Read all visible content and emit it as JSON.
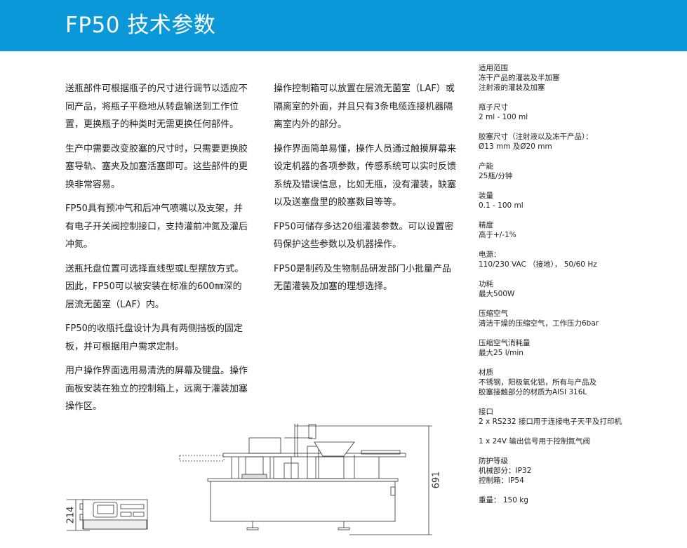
{
  "header": {
    "title": "FP50 技术参数",
    "color": "#0a98d8"
  },
  "column1": [
    "送瓶部件可根据瓶子的尺寸进行调节以适应不同产品，将瓶子平稳地从转盘输送到工作位置，更换瓶子的种类时无需更换任何部件。",
    "生产中需要改变胶塞的尺寸时，只需要更换胶塞导轨、塞夹及加塞活塞即可。这些部件的更换非常容易。",
    "FP50具有预冲气和后冲气喷嘴以及支架，并有电子开关阀控制接口，支持灌前冲氮及灌后冲氮。",
    "送瓶托盘位置可选择直线型或L型摆放方式。因此，FP50可以被安装在标准的600㎜深的层流无菌室（LAF）内。",
    "FP50的收瓶托盘设计为具有两侧挡板的固定板，并可根据用户需求定制。",
    "用户操作界面选用易清洗的屏幕及键盘。操作面板安装在独立的控制箱上，远离于灌装加塞操作区。"
  ],
  "column2": [
    "操作控制箱可以放置在层流无菌室（LAF）或隔离室的外面，并且只有3条电缆连接机器隔离室内外的部分。",
    "操作界面简单易懂，操作人员通过触摸屏幕来设定机器的各项参数，传感系统可以实时反馈系统及错误信息，比如无瓶，没有灌装，缺塞以及送塞盘里的胶塞数目等等。",
    "FP50可储存多达20组灌装参数。可以设置密码保护这些参数以及机器操作。",
    "FP50是制药及生物制品研发部门小批量产品无菌灌装及加塞的理想选择。"
  ],
  "specs": [
    {
      "label": "适用范围",
      "lines": [
        "冻干产品的灌装及半加塞",
        "注射液的灌装及加塞"
      ]
    },
    {
      "label": "瓶子尺寸",
      "lines": [
        "2 ml - 100 ml"
      ]
    },
    {
      "label": "胶塞尺寸（注射液以及冻干产品）：",
      "lines": [
        "Ø13 mm 及Ø20 mm"
      ]
    },
    {
      "label": "产能",
      "lines": [
        "25瓶/分钟"
      ]
    },
    {
      "label": "装量",
      "lines": [
        "0.1 - 100 ml"
      ]
    },
    {
      "label": "精度",
      "lines": [
        "高于+/-1%"
      ]
    },
    {
      "label": "电源：",
      "lines": [
        "110/230 VAC （接地）， 50/60 Hz"
      ]
    },
    {
      "label": "功耗",
      "lines": [
        "最大500W"
      ]
    },
    {
      "label": "压缩空气",
      "lines": [
        "清洁干燥的压缩空气，工作压力6bar"
      ]
    },
    {
      "label": "压缩空气消耗量",
      "lines": [
        "最大25 l/min"
      ]
    },
    {
      "label": "材质",
      "lines": [
        "不锈钢，阳极氧化铝，所有与产品及",
        "胶塞接触部分的材质为AISI 316L"
      ]
    },
    {
      "label": "接口",
      "lines": [
        "2 x RS232 接口用于连接电子天平及打印机"
      ]
    },
    {
      "label": "",
      "lines": [
        "1 x 24V 输出信号用于控制氮气阀"
      ]
    },
    {
      "label": "防护等级",
      "lines": [
        "机械部分：IP32",
        "控制箱：IP54"
      ]
    },
    {
      "label": "",
      "lines": [
        "重量： 150 kg"
      ]
    }
  ],
  "drawing": {
    "control_box_height": "214",
    "machine_height": "691"
  }
}
